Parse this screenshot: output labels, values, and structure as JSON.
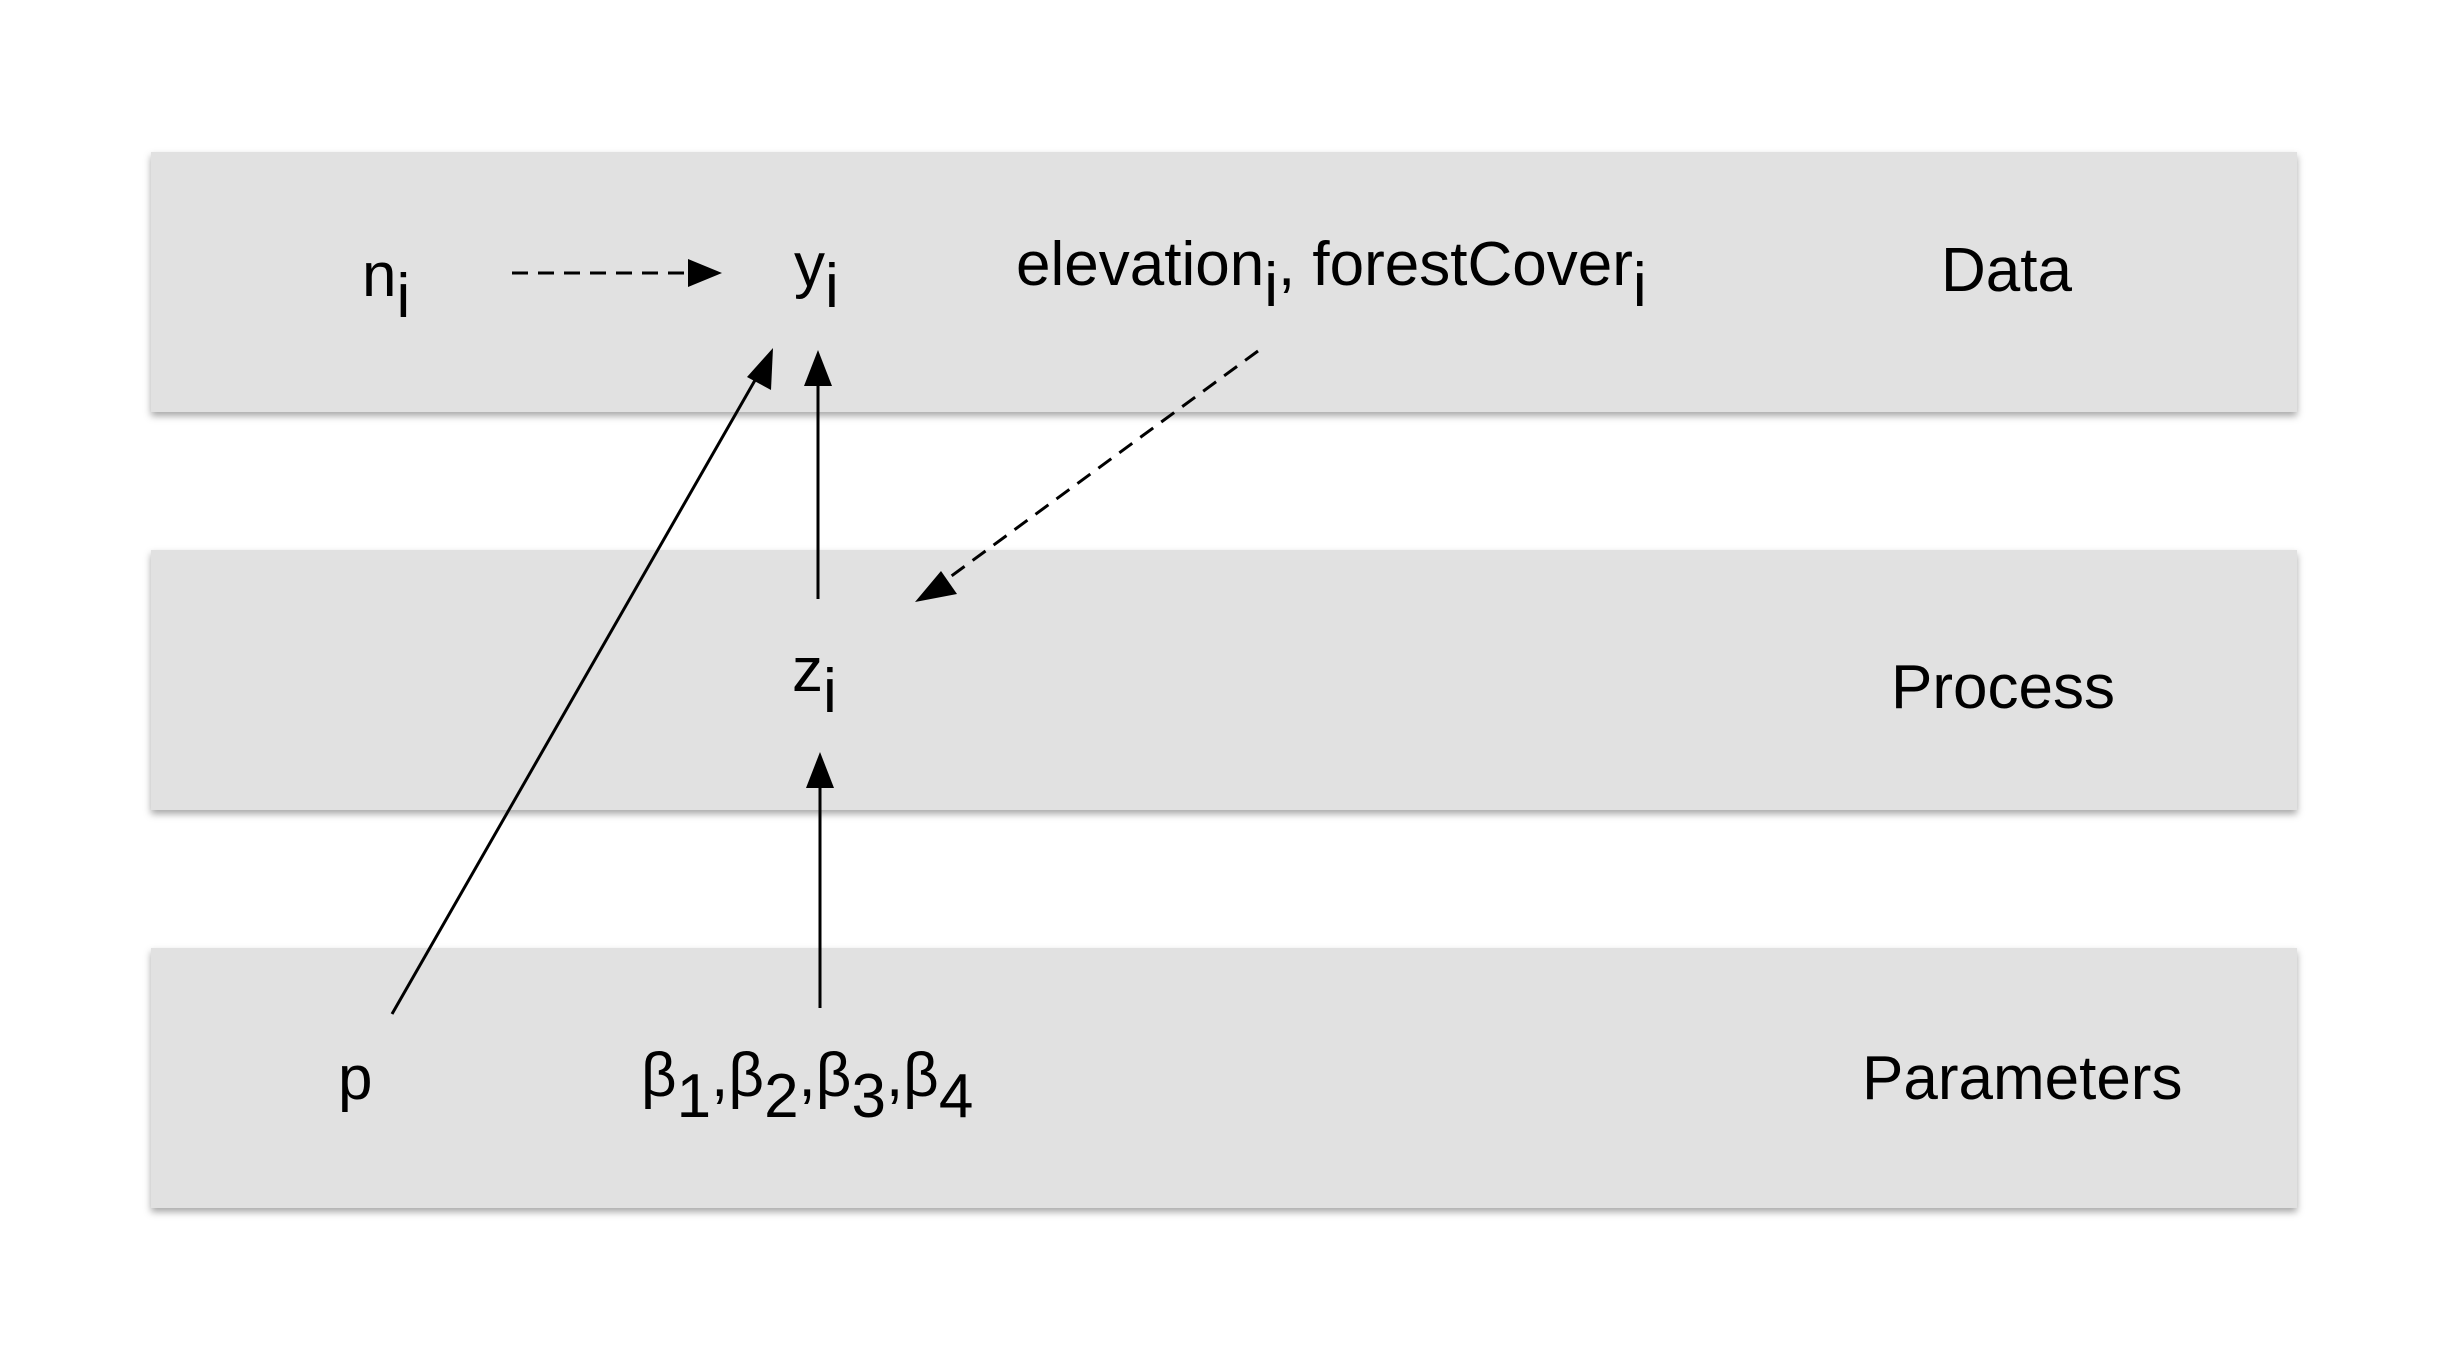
{
  "layers": {
    "data": "Data",
    "process": "Process",
    "parameters": "Parameters"
  },
  "nodes": {
    "n": {
      "base": "n",
      "sub": "i"
    },
    "y": {
      "base": "y",
      "sub": "i"
    },
    "covariates": [
      {
        "base": "elevation",
        "sub": "i"
      },
      {
        "base": "forestCover",
        "sub": "i"
      }
    ],
    "covariate_separator": ", ",
    "z": {
      "base": "z",
      "sub": "i"
    },
    "p": {
      "base": "p"
    },
    "betas": [
      {
        "base": "β",
        "sub": "1"
      },
      {
        "base": "β",
        "sub": "2"
      },
      {
        "base": "β",
        "sub": "3"
      },
      {
        "base": "β",
        "sub": "4"
      }
    ],
    "beta_separator": ","
  },
  "edges": [
    {
      "from": "n",
      "to": "y",
      "style": "dashed"
    },
    {
      "from": "covariates",
      "to": "z",
      "style": "dashed"
    },
    {
      "from": "z",
      "to": "y",
      "style": "solid"
    },
    {
      "from": "p",
      "to": "y",
      "style": "solid"
    },
    {
      "from": "betas",
      "to": "z",
      "style": "solid"
    }
  ],
  "colors": {
    "band": "#e1e1e1",
    "text": "#000000",
    "background": "#ffffff"
  }
}
